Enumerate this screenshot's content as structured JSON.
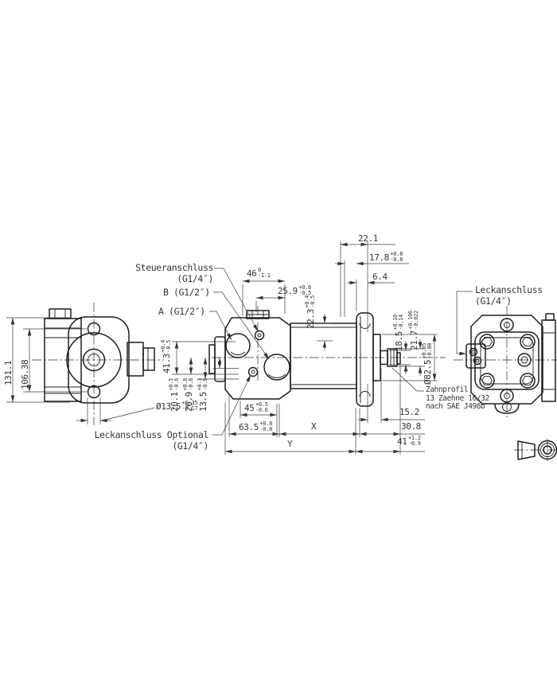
{
  "meta": {
    "background_color": "#ffffff",
    "line_color": "#1f1f1f",
    "text_color": "#333333"
  },
  "callouts": {
    "steueranschluss_label": "Steueranschluss",
    "steueranschluss_size": "(G1/4″)",
    "port_b_label": "B (G1/2″)",
    "port_a_label": "A (G1/2″)",
    "leckanschluss_label": "Leckanschluss",
    "leckanschluss_size": "(G1/4″)",
    "leckanschluss_optional_label": "Leckanschluss Optional",
    "leckanschluss_optional_size": "(G1/4″)",
    "zahnprofil_line1": "Zahnprofil",
    "zahnprofil_line2": "13 Zaehne 16/32",
    "zahnprofil_line3": "nach SAE J498b"
  },
  "dims": {
    "d22_1": {
      "v": "22.1"
    },
    "d17_8": {
      "v": "17.8",
      "p": "+0.8",
      "m": "-0.8"
    },
    "d6_4": {
      "v": "6.4"
    },
    "d46": {
      "v": "46",
      "p": "0",
      "m": "-1.1"
    },
    "d25_9": {
      "v": "25.9",
      "p": "+0.6",
      "m": "-0.5"
    },
    "d22_3": {
      "v": "22.3",
      "p": "+0.4",
      "m": "-0.5"
    },
    "d41_3": {
      "v": "41.3",
      "p": "+0.4",
      "m": "-0.5"
    },
    "d20_1": {
      "v": "20.1",
      "p": "+0.5",
      "m": "-0.6"
    },
    "d26_9": {
      "v": "26.9",
      "p": "+0.8",
      "m": "-0.8"
    },
    "d13_5": {
      "v": "13.5",
      "p": "+0.3",
      "m": "-0.6"
    },
    "d131_1": {
      "v": "131.1"
    },
    "d106_38": {
      "v": "106.38"
    },
    "dia13_5": {
      "v": "Ø13.5",
      "p": "+0.35",
      "m": "-0.17"
    },
    "d18_5": {
      "v": "18.5",
      "p": "+0.10",
      "m": "-0.14"
    },
    "d21_7": {
      "v": "21.7",
      "p": "+0.106",
      "m": "-0.022"
    },
    "dia82_5": {
      "v": "Ø82.5",
      "p": "+0.05",
      "m": "-0.08"
    },
    "d45": {
      "v": "45",
      "p": "+0.5",
      "m": "-0.6"
    },
    "d63_5": {
      "v": "63.5",
      "p": "+0.8",
      "m": "-0.8"
    },
    "dX": {
      "v": "X"
    },
    "dY": {
      "v": "Y"
    },
    "d15_2": {
      "v": "15.2"
    },
    "d30_8": {
      "v": "30.8"
    },
    "d41": {
      "v": "41",
      "p": "+1.2",
      "m": "-0.9"
    }
  }
}
